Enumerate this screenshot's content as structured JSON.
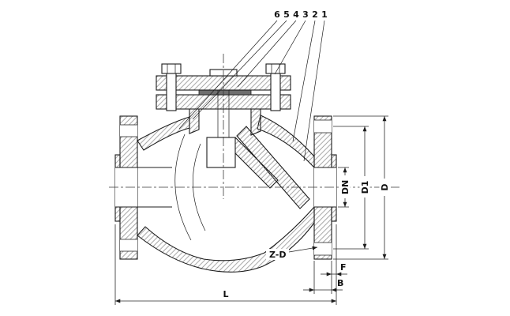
{
  "drawing": {
    "callouts": [
      "6",
      "5",
      "4",
      "3",
      "2",
      "1"
    ],
    "dimension_labels": {
      "dn": "DN",
      "d1": "D1",
      "d": "D",
      "z_d": "Z-D",
      "f": "F",
      "b": "B",
      "l": "L"
    },
    "colors": {
      "line": "#1c1c1c",
      "hatch": "#8f8f8f",
      "background": "#ffffff"
    }
  }
}
